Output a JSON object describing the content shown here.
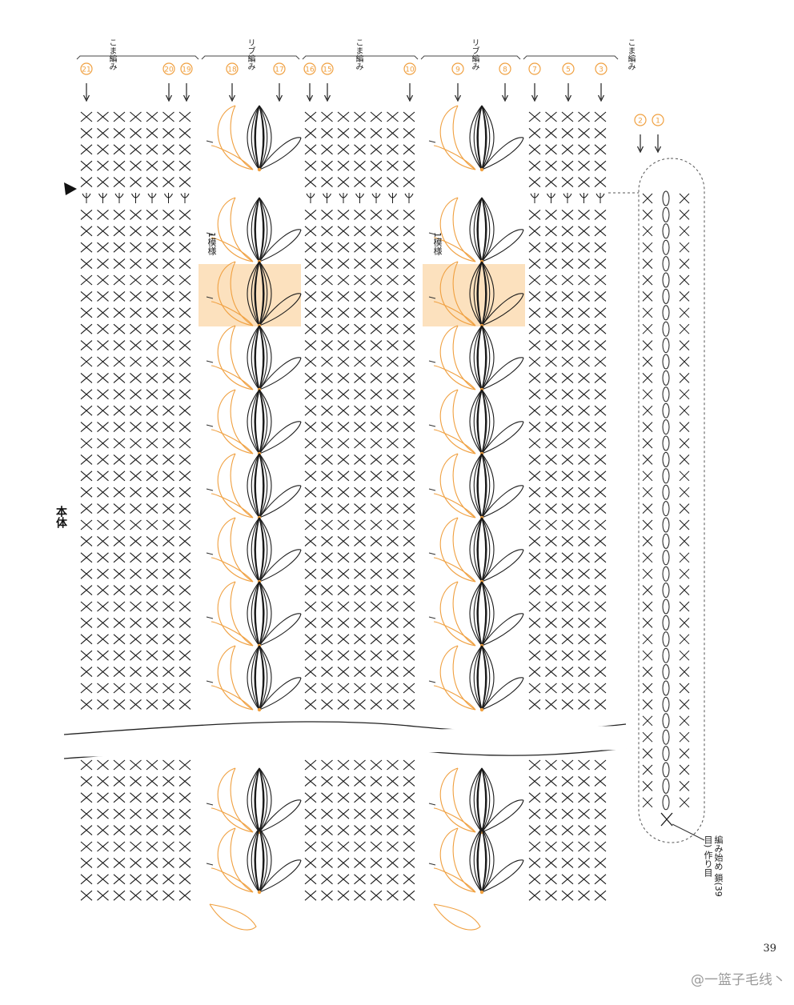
{
  "section_labels": [
    {
      "id": "left-sc",
      "text": "こま編み"
    },
    {
      "id": "left-rib",
      "text": "リブ編み"
    },
    {
      "id": "mid-sc",
      "text": "こま編み"
    },
    {
      "id": "right-rib",
      "text": "リブ編み"
    },
    {
      "id": "right-sc",
      "text": "こま編み"
    }
  ],
  "row_numbers": [
    "21",
    "20",
    "19",
    "18",
    "17",
    "16",
    "15",
    "10",
    "9",
    "8",
    "7",
    "5",
    "3"
  ],
  "start_row_numbers": [
    "2",
    "1"
  ],
  "pattern_repeat_label": "1模様",
  "body_label": "本体",
  "start_note": "編み始め 鎖(39目) 作り目",
  "page_number": "39",
  "watermark": "@一篮子毛线丶",
  "colors": {
    "orange": "#f0a040",
    "highlight": "#fbdcb3",
    "ink": "#1a1a1a",
    "grey": "#777777"
  }
}
